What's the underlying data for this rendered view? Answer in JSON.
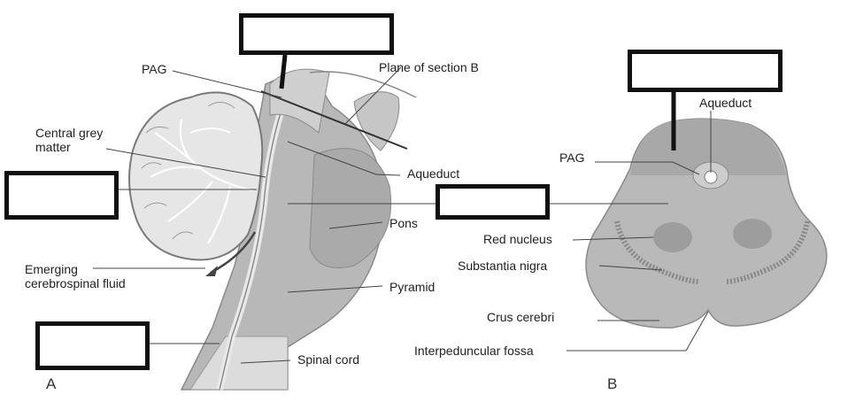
{
  "panel_a": {
    "letter": "A",
    "labels": {
      "pag": "PAG",
      "plane": "Plane of section B",
      "central_grey_line1": "Central grey",
      "central_grey_line2": "matter",
      "aqueduct": "Aqueduct",
      "pons": "Pons",
      "emerging_line1": "Emerging",
      "emerging_line2": "cerebrospinal fluid",
      "pyramid": "Pyramid",
      "spinal_cord": "Spinal cord"
    }
  },
  "panel_b": {
    "letter": "B",
    "labels": {
      "aqueduct": "Aqueduct",
      "pag": "PAG",
      "red_nucleus": "Red nucleus",
      "substantia_nigra": "Substantia nigra",
      "crus_cerebri": "Crus cerebri",
      "interpeduncular_fossa": "Interpeduncular fossa"
    }
  },
  "answer_boxes": [
    "",
    "",
    "",
    "",
    ""
  ]
}
